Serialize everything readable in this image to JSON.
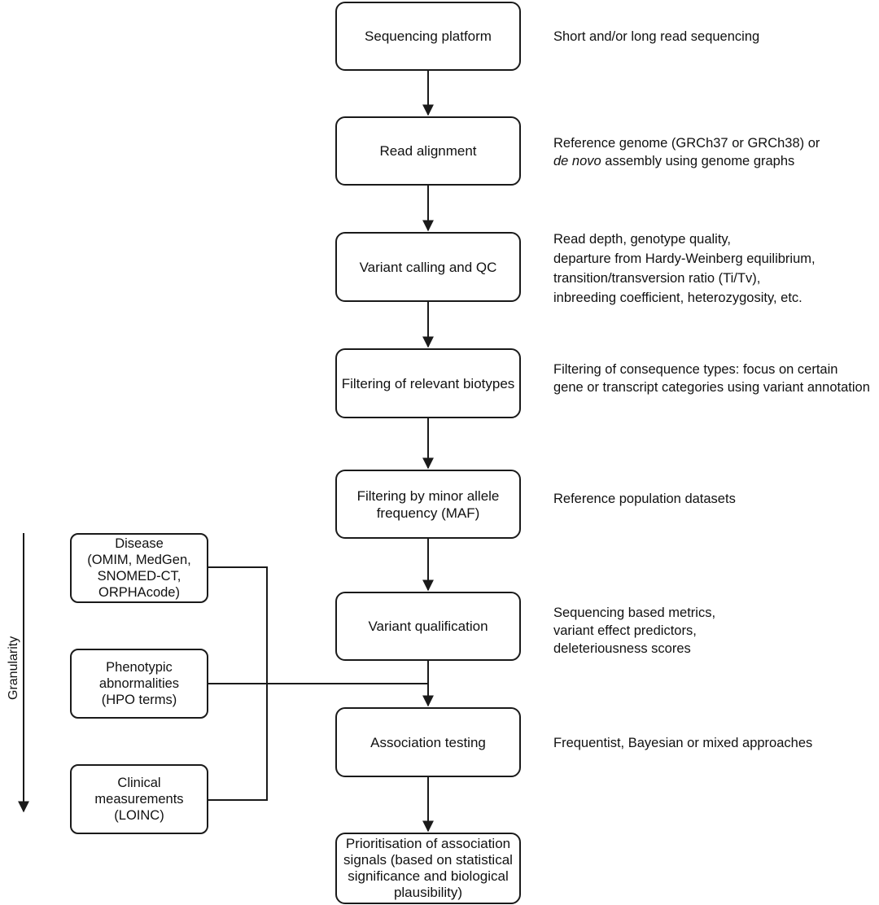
{
  "pipeline_steps": [
    {
      "label": "Sequencing platform"
    },
    {
      "label": "Read alignment"
    },
    {
      "label": "Variant calling and QC"
    },
    {
      "label": "Filtering of relevant biotypes"
    },
    {
      "label": "Filtering by minor allele frequency (MAF)"
    },
    {
      "label": "Variant qualification"
    },
    {
      "label": "Association testing"
    },
    {
      "label": "Prioritisation of association signals (based on statistical significance and biological plausibility)"
    }
  ],
  "annotations": {
    "sequencing": [
      "Short and/or long read sequencing"
    ],
    "alignment": {
      "line1": "Reference genome (GRCh37 or GRCh38) or",
      "line2_italic": "de novo",
      "line2_rest": " assembly using genome graphs"
    },
    "variant_calling": [
      "Read depth, genotype quality,",
      "departure from Hardy-Weinberg equilibrium,",
      "transition/transversion ratio (Ti/Tv),",
      "inbreeding coefficient, heterozygosity, etc."
    ],
    "biotypes": [
      "Filtering of consequence types: focus on certain",
      "gene or transcript categories using variant annotation"
    ],
    "maf": [
      "Reference population datasets"
    ],
    "qualification": [
      "Sequencing based metrics,",
      "variant effect predictors,",
      "deleteriousness scores"
    ],
    "association": [
      "Frequentist, Bayesian or mixed approaches"
    ]
  },
  "phenotype_sources": [
    {
      "lines": [
        "Disease",
        "(OMIM, MedGen,",
        "SNOMED-CT,",
        "ORPHAcode)"
      ]
    },
    {
      "lines": [
        "Phenotypic",
        "abnormalities",
        "(HPO terms)"
      ]
    },
    {
      "lines": [
        "Clinical",
        "measurements",
        "(LOINC)"
      ]
    }
  ],
  "granularity_label": "Granularity"
}
